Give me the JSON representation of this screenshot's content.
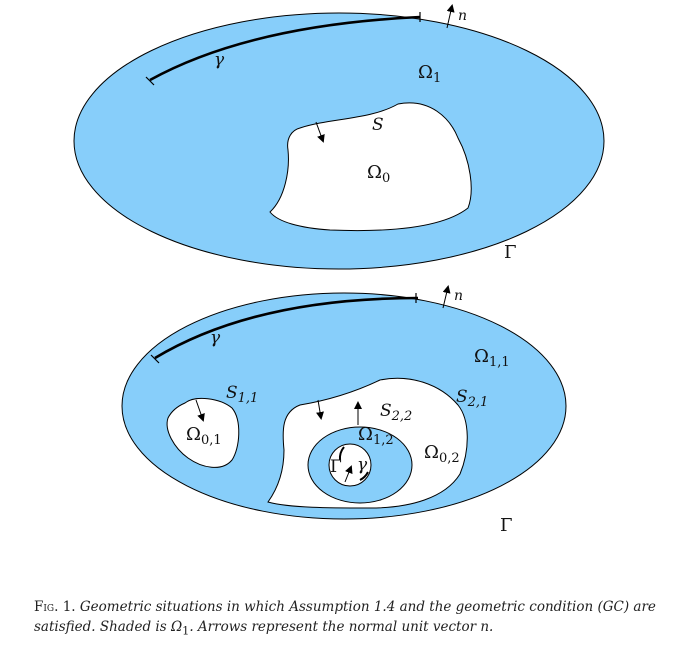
{
  "colors": {
    "shade": "#87cefa",
    "stroke": "#000000",
    "hole": "#ffffff"
  },
  "top": {
    "gamma": "γ",
    "omega1": "Ω",
    "omega1_sub": "1",
    "S": "S",
    "omega0": "Ω",
    "omega0_sub": "0",
    "Gamma": "Γ",
    "n": "n"
  },
  "bottom": {
    "gamma": "γ",
    "omega11": "Ω",
    "omega11_sub": "1,1",
    "S11": "S",
    "S11_sub": "1,1",
    "omega01": "Ω",
    "omega01_sub": "0,1",
    "S22": "S",
    "S22_sub": "2,2",
    "S21": "S",
    "S21_sub": "2,1",
    "omega12": "Ω",
    "omega12_sub": "1,2",
    "omega02": "Ω",
    "omega02_sub": "0,2",
    "inner_Gamma": "Γ",
    "inner_gamma": "γ",
    "Gamma": "Γ",
    "n": "n"
  },
  "caption": {
    "fig": "Fig. 1.",
    "text": "Geometric situations in which Assumption 1.4 and the geometric condition (GC) are satisfied. Shaded is Ω",
    "sub": "1",
    "tail": ". Arrows represent the normal unit vector n."
  }
}
